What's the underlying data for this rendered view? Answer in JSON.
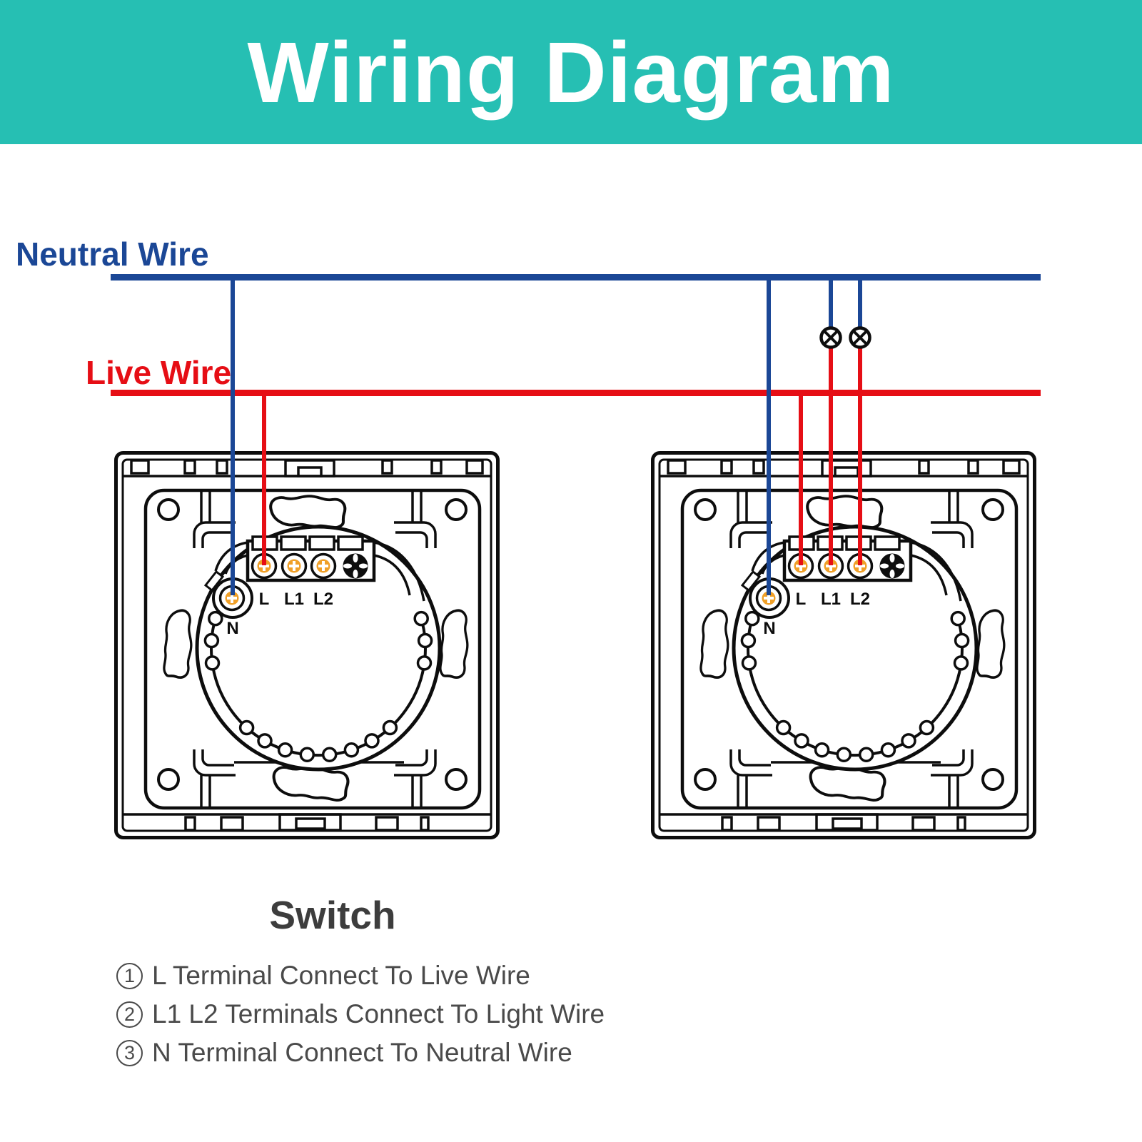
{
  "header": {
    "title": "Wiring Diagram"
  },
  "wires": {
    "neutral_label": "Neutral Wire",
    "live_label": "Live Wire"
  },
  "switch": {
    "labels": {
      "l": "L",
      "l1": "L1",
      "l2": "L2",
      "n": "N"
    }
  },
  "caption": {
    "title": "Switch"
  },
  "legend": [
    {
      "num": "1",
      "text": "L Terminal Connect To Live Wire"
    },
    {
      "num": "2",
      "text": "L1 L2 Terminals Connect To Light Wire"
    },
    {
      "num": "3",
      "text": "N Terminal Connect To Neutral Wire"
    }
  ],
  "colors": {
    "teal": "#26bfb3",
    "navy": "#1b4796",
    "red": "#e60e15",
    "orange": "#f0a028",
    "ink": "#0d0d0d",
    "gray": "#3d3d3d",
    "gray2": "#4a4a4a"
  }
}
